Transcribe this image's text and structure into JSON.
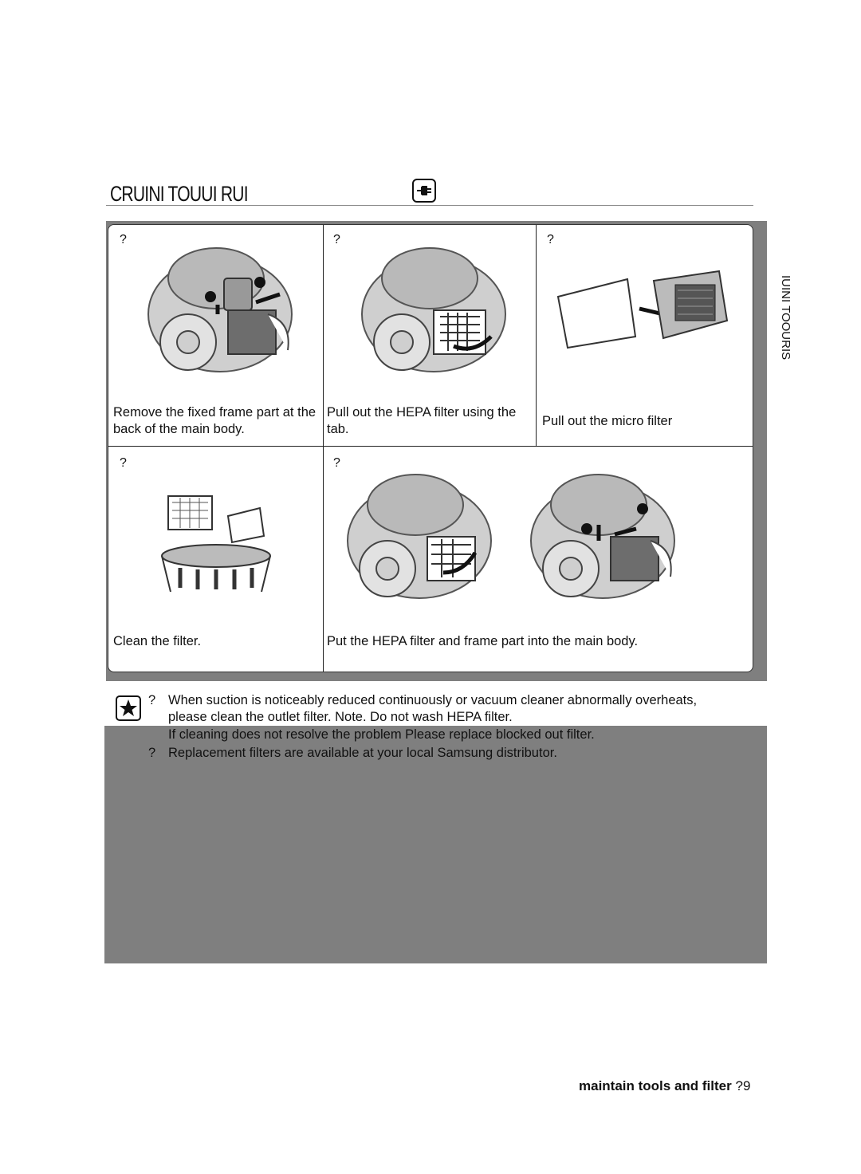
{
  "header": {
    "title": "CRUINI TOUUI RUI",
    "side_label": "IUINI TOOURIS"
  },
  "steps": [
    {
      "num": "?",
      "caption": "Remove the fixed frame part at the back of the main body."
    },
    {
      "num": "?",
      "caption": "Pull out the HEPA filter using the tab."
    },
    {
      "num": "?",
      "caption": "Pull out the micro filter"
    },
    {
      "num": "?",
      "caption": "Clean the filter."
    },
    {
      "num": "?",
      "caption": "Put the HEPA filter and frame part into the main body."
    }
  ],
  "notes": {
    "bullet1_mark": "?",
    "bullet1_line1": "When suction is noticeably reduced continuously or vacuum cleaner abnormally overheats,",
    "bullet1_line2": "please clean the outlet filter. Note. Do not wash HEPA filter.",
    "bullet1_line3": "If cleaning does not resolve the problem Please replace blocked out filter.",
    "bullet2_mark": "?",
    "bullet2_text": "Replacement filters are available at your local Samsung distributor."
  },
  "footer": {
    "text": "maintain tools and ﬁlter",
    "page": "?9"
  }
}
